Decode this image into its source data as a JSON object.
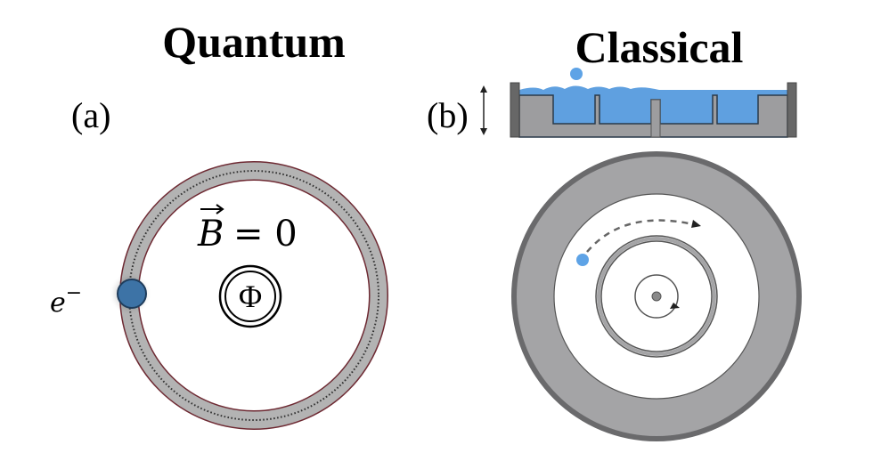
{
  "panels": {
    "quantum": {
      "title": "Quantum",
      "label": "(a)",
      "electron_label": "e",
      "electron_superscript": "−",
      "field_symbol": "B",
      "field_equation_rest": "= 0",
      "flux_symbol": "Φ",
      "colors": {
        "ring_fill": "#b3b3b3",
        "ring_edge": "#6e2a33",
        "electron_fill": "#3d73a6",
        "electron_edge": "#1f3d5c"
      }
    },
    "classical": {
      "title": "Classical",
      "label": "(b)",
      "colors": {
        "water": "#5fa0e0",
        "basin_fill": "#9d9d9f",
        "wall_dark": "#676767",
        "droplet": "#5ea3e6",
        "outer_rim": "#6a6a6c",
        "arrow": "#222222"
      }
    }
  }
}
